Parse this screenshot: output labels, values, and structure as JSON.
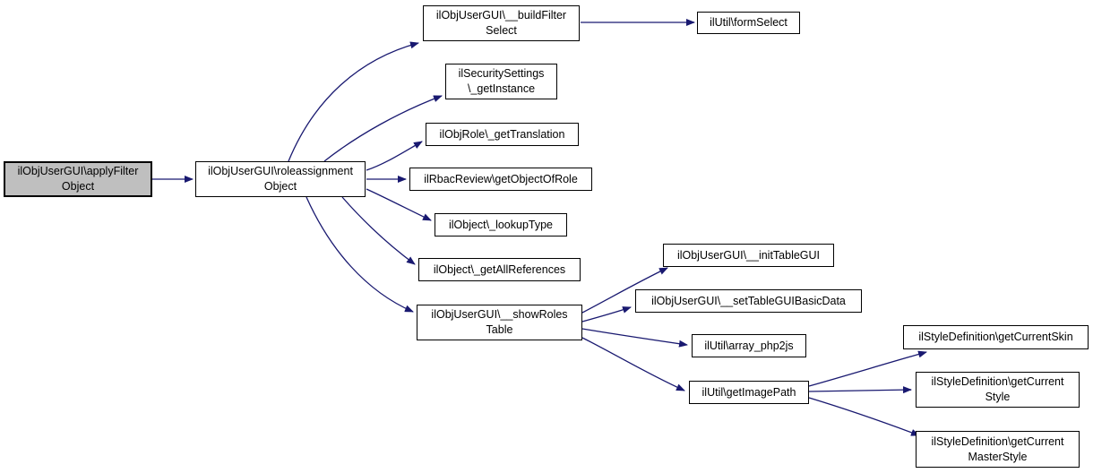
{
  "diagram": {
    "type": "call-graph",
    "background_color": "#ffffff",
    "edge_color": "#191970",
    "node_border_color": "#000000",
    "node_fill_color": "#ffffff",
    "highlighted_node_fill_color": "#bfbfbf",
    "nodes": [
      {
        "id": "applyFilterObject",
        "label": "ilObjUserGUI\\applyFilterObject",
        "lines": [
          "ilObjUserGUI\\applyFilter",
          "Object"
        ],
        "highlighted": true
      },
      {
        "id": "roleassignmentObject",
        "label": "ilObjUserGUI\\roleassignmentObject",
        "lines": [
          "ilObjUserGUI\\roleassignment",
          "Object"
        ],
        "highlighted": false
      },
      {
        "id": "buildFilterSelect",
        "label": "ilObjUserGUI\\__buildFilterSelect",
        "lines": [
          "ilObjUserGUI\\__buildFilter",
          "Select"
        ],
        "highlighted": false
      },
      {
        "id": "formSelect",
        "label": "ilUtil\\formSelect",
        "lines": [
          "ilUtil\\formSelect"
        ],
        "highlighted": false
      },
      {
        "id": "getInstance",
        "label": "ilSecuritySettings\\_getInstance",
        "lines": [
          "ilSecuritySettings",
          "\\_getInstance"
        ],
        "highlighted": false
      },
      {
        "id": "getTranslation",
        "label": "ilObjRole\\_getTranslation",
        "lines": [
          "ilObjRole\\_getTranslation"
        ],
        "highlighted": false
      },
      {
        "id": "getObjectOfRole",
        "label": "ilRbacReview\\getObjectOfRole",
        "lines": [
          "ilRbacReview\\getObjectOfRole"
        ],
        "highlighted": false
      },
      {
        "id": "lookupType",
        "label": "ilObject\\_lookupType",
        "lines": [
          "ilObject\\_lookupType"
        ],
        "highlighted": false
      },
      {
        "id": "getAllReferences",
        "label": "ilObject\\_getAllReferences",
        "lines": [
          "ilObject\\_getAllReferences"
        ],
        "highlighted": false
      },
      {
        "id": "showRolesTable",
        "label": "ilObjUserGUI\\__showRolesTable",
        "lines": [
          "ilObjUserGUI\\__showRoles",
          "Table"
        ],
        "highlighted": false
      },
      {
        "id": "initTableGUI",
        "label": "ilObjUserGUI\\__initTableGUI",
        "lines": [
          "ilObjUserGUI\\__initTableGUI"
        ],
        "highlighted": false
      },
      {
        "id": "setTableGUIBasicData",
        "label": "ilObjUserGUI\\__setTableGUIBasicData",
        "lines": [
          "ilObjUserGUI\\__setTableGUIBasicData"
        ],
        "highlighted": false
      },
      {
        "id": "arrayPhp2js",
        "label": "ilUtil\\array_php2js",
        "lines": [
          "ilUtil\\array_php2js"
        ],
        "highlighted": false
      },
      {
        "id": "getImagePath",
        "label": "ilUtil\\getImagePath",
        "lines": [
          "ilUtil\\getImagePath"
        ],
        "highlighted": false
      },
      {
        "id": "getCurrentSkin",
        "label": "ilStyleDefinition\\getCurrentSkin",
        "lines": [
          "ilStyleDefinition\\getCurrentSkin"
        ],
        "highlighted": false
      },
      {
        "id": "getCurrentStyle",
        "label": "ilStyleDefinition\\getCurrentStyle",
        "lines": [
          "ilStyleDefinition\\getCurrent",
          "Style"
        ],
        "highlighted": false
      },
      {
        "id": "getCurrentMasterStyle",
        "label": "ilStyleDefinition\\getCurrentMasterStyle",
        "lines": [
          "ilStyleDefinition\\getCurrent",
          "MasterStyle"
        ],
        "highlighted": false
      }
    ],
    "edges": [
      {
        "from": "ilObjUserGUI\\applyFilterObject",
        "to": "ilObjUserGUI\\roleassignmentObject"
      },
      {
        "from": "ilObjUserGUI\\roleassignmentObject",
        "to": "ilObjUserGUI\\__buildFilterSelect"
      },
      {
        "from": "ilObjUserGUI\\__buildFilterSelect",
        "to": "ilUtil\\formSelect"
      },
      {
        "from": "ilObjUserGUI\\roleassignmentObject",
        "to": "ilSecuritySettings\\_getInstance"
      },
      {
        "from": "ilObjUserGUI\\roleassignmentObject",
        "to": "ilObjRole\\_getTranslation"
      },
      {
        "from": "ilObjUserGUI\\roleassignmentObject",
        "to": "ilRbacReview\\getObjectOfRole"
      },
      {
        "from": "ilObjUserGUI\\roleassignmentObject",
        "to": "ilObject\\_lookupType"
      },
      {
        "from": "ilObjUserGUI\\roleassignmentObject",
        "to": "ilObject\\_getAllReferences"
      },
      {
        "from": "ilObjUserGUI\\roleassignmentObject",
        "to": "ilObjUserGUI\\__showRolesTable"
      },
      {
        "from": "ilObjUserGUI\\__showRolesTable",
        "to": "ilObjUserGUI\\__initTableGUI"
      },
      {
        "from": "ilObjUserGUI\\__showRolesTable",
        "to": "ilObjUserGUI\\__setTableGUIBasicData"
      },
      {
        "from": "ilObjUserGUI\\__showRolesTable",
        "to": "ilUtil\\array_php2js"
      },
      {
        "from": "ilObjUserGUI\\__showRolesTable",
        "to": "ilUtil\\getImagePath"
      },
      {
        "from": "ilUtil\\getImagePath",
        "to": "ilStyleDefinition\\getCurrentSkin"
      },
      {
        "from": "ilUtil\\getImagePath",
        "to": "ilStyleDefinition\\getCurrentStyle"
      },
      {
        "from": "ilUtil\\getImagePath",
        "to": "ilStyleDefinition\\getCurrentMasterStyle"
      }
    ]
  }
}
